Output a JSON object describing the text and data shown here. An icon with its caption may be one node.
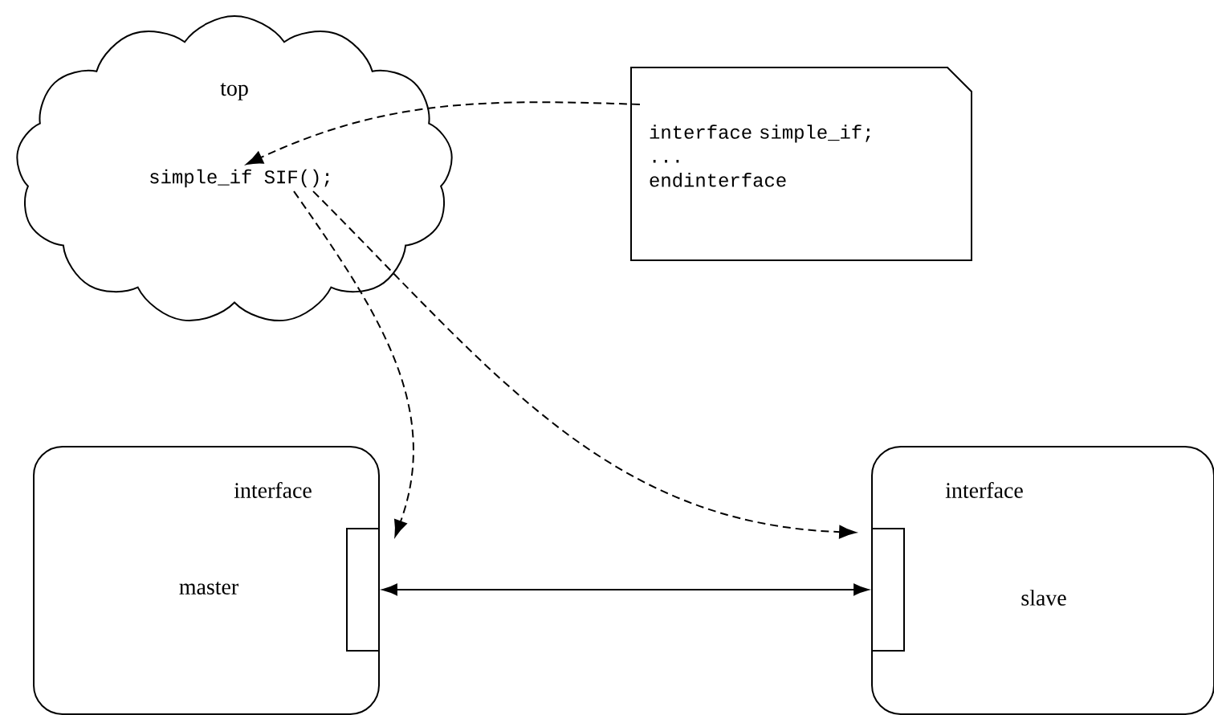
{
  "diagram": {
    "nodes": [
      {
        "text": [
          "top"
        ]
      },
      {
        "text": [
          "simple_if SIF();"
        ],
        "in": 0
      },
      {
        "text": [
          "interface simple_if;",
          "...",
          "endinterface"
        ]
      },
      {
        "text": [
          "master"
        ]
      },
      {
        "text": [
          "interface"
        ],
        "in": 3
      },
      {
        "text": [
          "slave"
        ]
      },
      {
        "text": [
          "interface"
        ],
        "in": 5
      }
    ],
    "edges": [
      {
        "from": 2,
        "to": 1,
        "arrow": "to",
        "style": "dashed"
      },
      {
        "from": 1,
        "to": 4,
        "arrow": "to",
        "style": "dashed"
      },
      {
        "from": 1,
        "to": 6,
        "arrow": "to",
        "style": "dashed"
      },
      {
        "from": 4,
        "to": 6,
        "arrow": "both"
      }
    ]
  }
}
